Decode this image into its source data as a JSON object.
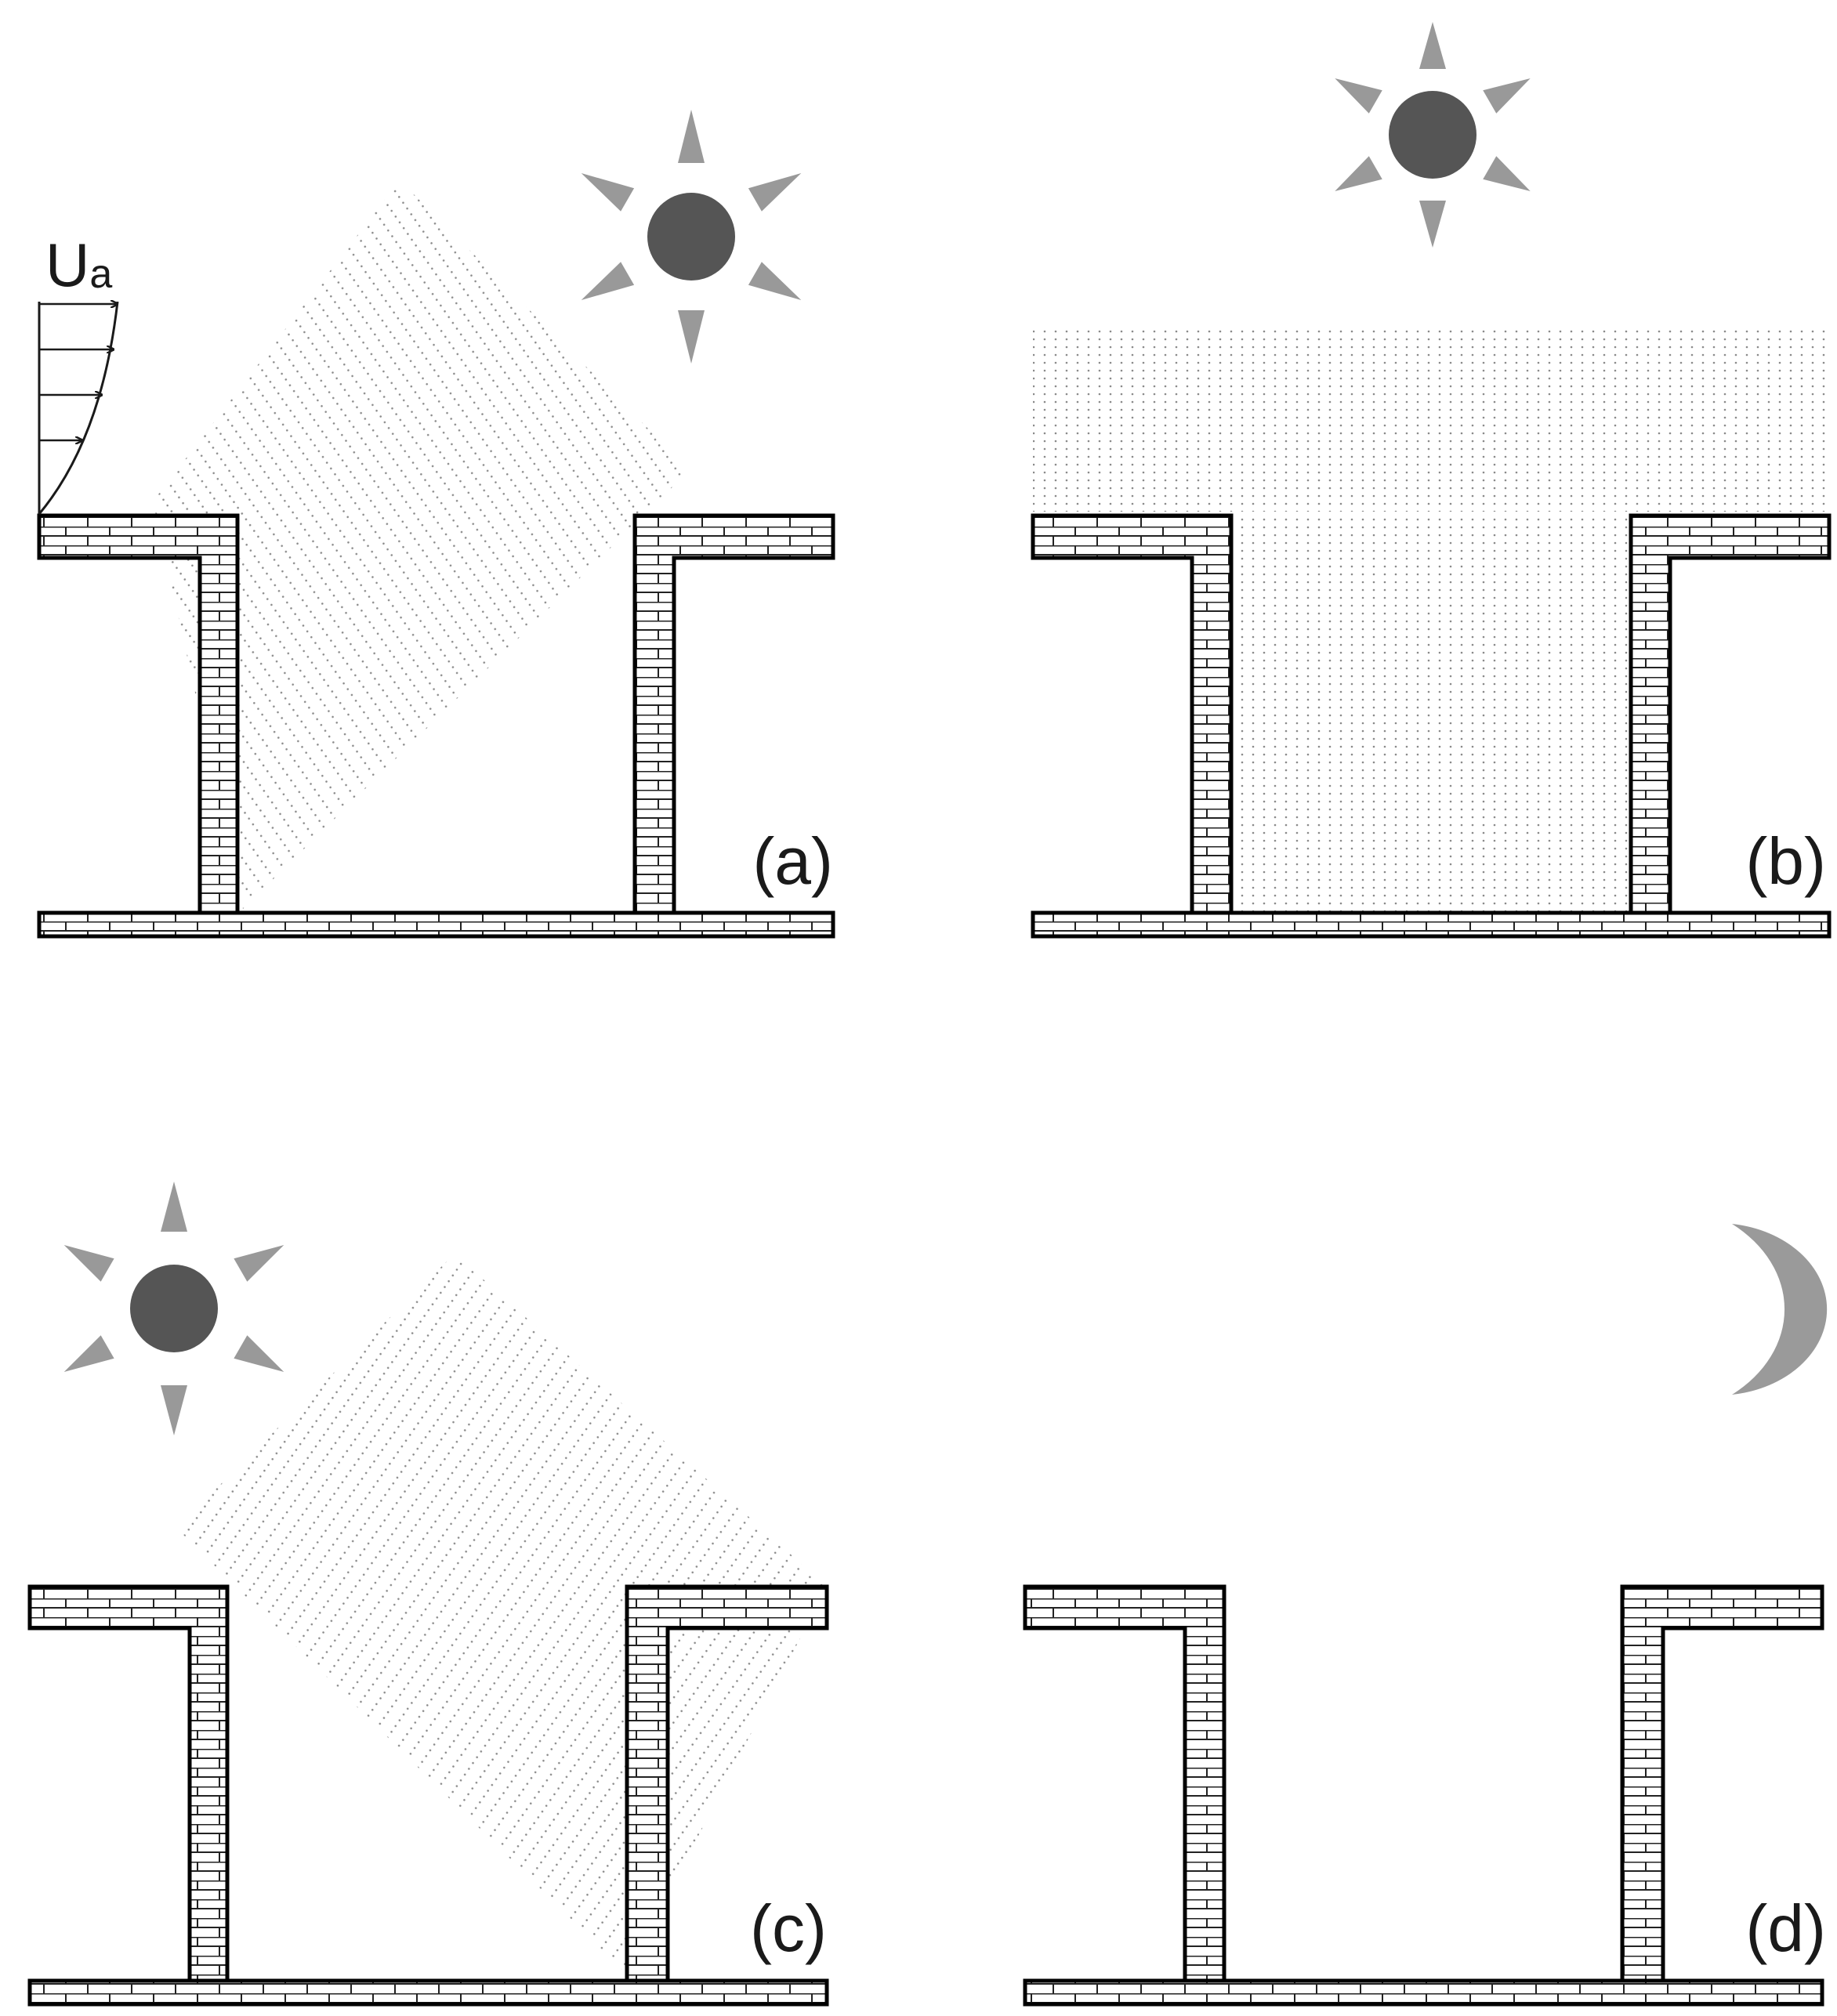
{
  "figure": {
    "colors": {
      "sun_disk": "#555555",
      "sun_rays": "#999999",
      "moon": "#9a9a9a",
      "wall_outline": "#000000",
      "mortar_lines": "#222222",
      "sunlight_dots": "#8a8a8a"
    },
    "wind_profile": {
      "symbol": "U",
      "subscript": "a",
      "arrow_count": 4
    },
    "panels": [
      {
        "id": "a",
        "label": "(a)",
        "light_source": "sun",
        "sun_position": "upper-right",
        "sunlight": "oblique from upper right; lights the left wall"
      },
      {
        "id": "b",
        "label": "(b)",
        "light_source": "sun",
        "sun_position": "overhead",
        "sunlight": "vertical; fills the canyon"
      },
      {
        "id": "c",
        "label": "(c)",
        "light_source": "sun",
        "sun_position": "upper-left",
        "sunlight": "oblique from upper left; lights the right wall"
      },
      {
        "id": "d",
        "label": "(d)",
        "light_source": "moon",
        "sun_position": "none",
        "sunlight": "none"
      }
    ]
  }
}
